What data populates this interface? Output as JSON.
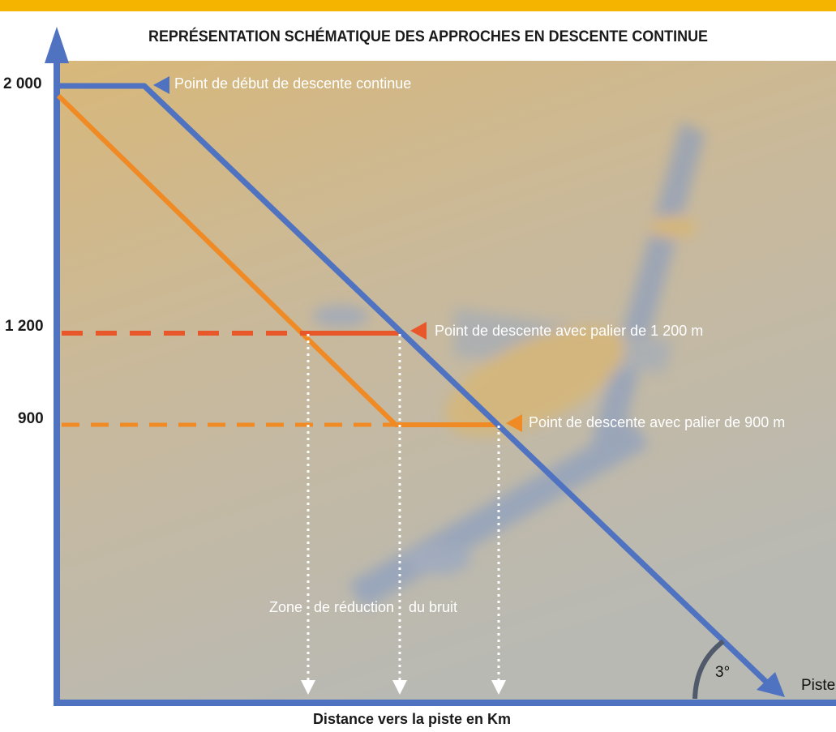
{
  "title": "REPRÉSENTATION SCHÉMATIQUE DES APPROCHES EN DESCENTE CONTINUE",
  "x_axis_label": "Distance vers la piste en Km",
  "runway_label": "Piste",
  "angle_label": "3°",
  "y_ticks": [
    "2 000",
    "1 200",
    "900"
  ],
  "annotations": {
    "start_point": "Point de début de descente continue",
    "level_1200": "Point de descente avec palier de 1 200 m",
    "level_900": "Point de descente avec palier de 900 m"
  },
  "noise_zone_words": [
    "Zone",
    "de réduction",
    "du bruit"
  ],
  "colors": {
    "top_band": "#f5b400",
    "axis_blue": "#4f72c1",
    "orange": "#f08a24",
    "red_orange": "#e8572a",
    "text_dark": "#1a1a1a",
    "text_white": "#ffffff"
  },
  "background_image": "blurred-airplane-photo"
}
